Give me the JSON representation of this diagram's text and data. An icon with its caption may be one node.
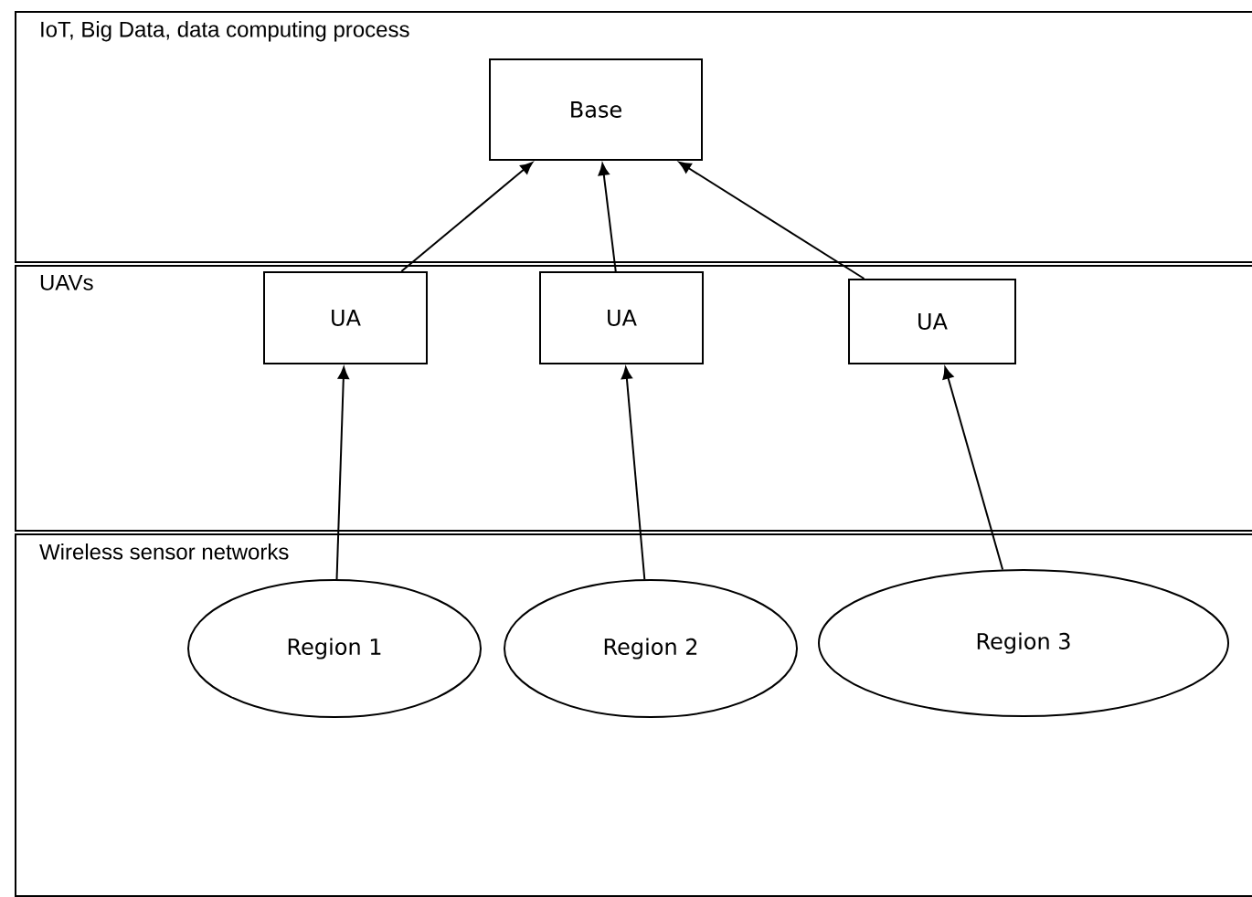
{
  "diagram": {
    "nodes": [
      {
        "text": [
          "IoT, Big Data, data computing process"
        ]
      },
      {
        "text": [
          "Base"
        ],
        "in": 0
      },
      {
        "text": [
          "UAVs"
        ]
      },
      {
        "text": [
          "UA"
        ],
        "in": 2
      },
      {
        "text": [
          "UA"
        ],
        "in": 2
      },
      {
        "text": [
          "UA"
        ],
        "in": 2
      },
      {
        "text": [
          "Wireless sensor networks"
        ]
      },
      {
        "text": [
          "Region 1"
        ],
        "in": 6
      },
      {
        "text": [
          "Region 2"
        ],
        "in": 6
      },
      {
        "text": [
          "Region 3"
        ],
        "in": 6
      }
    ],
    "edges": [
      {
        "from": 3,
        "to": 1,
        "arrow": "to"
      },
      {
        "from": 4,
        "to": 1,
        "arrow": "to"
      },
      {
        "from": 5,
        "to": 1,
        "arrow": "to"
      },
      {
        "from": 7,
        "to": 3,
        "arrow": "to"
      },
      {
        "from": 8,
        "to": 4,
        "arrow": "to"
      },
      {
        "from": 9,
        "to": 5,
        "arrow": "to"
      }
    ]
  }
}
